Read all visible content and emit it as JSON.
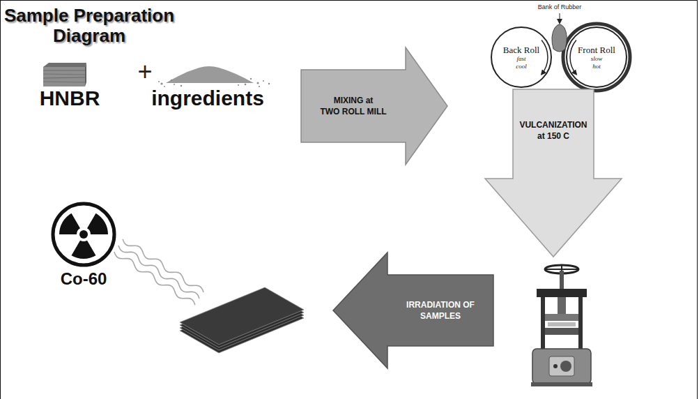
{
  "diagram": {
    "title": "Sample Preparation Diagram",
    "nodes": [
      {
        "text": [
          "MIXING at TWO ROLL MILL"
        ]
      },
      {
        "text": [
          "Back Roll",
          "fast cool"
        ]
      },
      {
        "text": [
          "Front Roll",
          "slow hot"
        ]
      },
      {
        "text": [
          "VULCANIZATION at 150 C"
        ]
      },
      {
        "text": [
          "IRRADIATION OF SAMPLES"
        ]
      }
    ],
    "labels": [
      "HNBR",
      "+",
      "ingredients",
      "Bank of Rubber",
      "Co-60"
    ]
  }
}
